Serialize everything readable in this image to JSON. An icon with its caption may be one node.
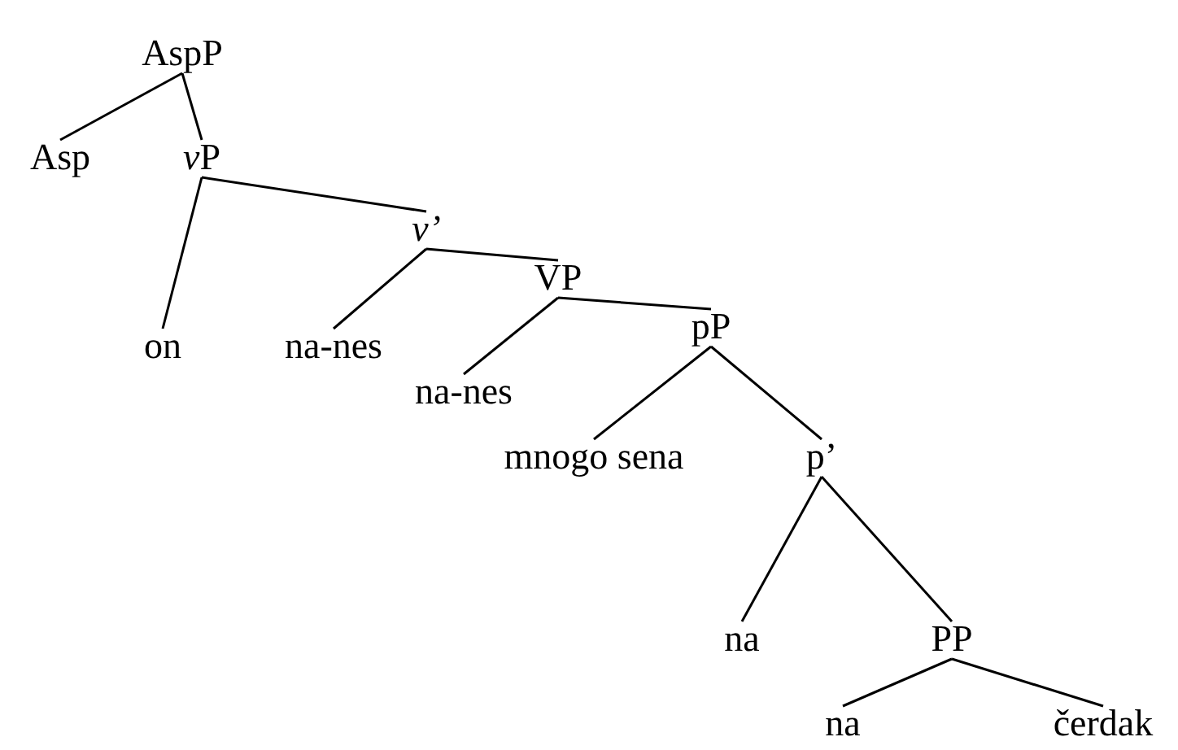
{
  "diagram": {
    "nodes": [
      {
        "text": [
          "AspP"
        ]
      },
      {
        "text": [
          "Asp"
        ]
      },
      {
        "text": [
          "vP"
        ]
      },
      {
        "text": [
          "on"
        ]
      },
      {
        "text": [
          "v’"
        ]
      },
      {
        "text": [
          "na-nes"
        ]
      },
      {
        "text": [
          "VP"
        ]
      },
      {
        "text": [
          "na-nes"
        ]
      },
      {
        "text": [
          "pP"
        ]
      },
      {
        "text": [
          "mnogo sena"
        ]
      },
      {
        "text": [
          "p’"
        ]
      },
      {
        "text": [
          "na"
        ]
      },
      {
        "text": [
          "PP"
        ]
      },
      {
        "text": [
          "na"
        ]
      },
      {
        "text": [
          "čerdak"
        ]
      }
    ],
    "edges": [
      {
        "from": 0,
        "to": 1,
        "arrow": "none"
      },
      {
        "from": 0,
        "to": 2,
        "arrow": "none"
      },
      {
        "from": 2,
        "to": 3,
        "arrow": "none"
      },
      {
        "from": 2,
        "to": 4,
        "arrow": "none"
      },
      {
        "from": 4,
        "to": 5,
        "arrow": "none"
      },
      {
        "from": 4,
        "to": 6,
        "arrow": "none"
      },
      {
        "from": 6,
        "to": 7,
        "arrow": "none"
      },
      {
        "from": 6,
        "to": 8,
        "arrow": "none"
      },
      {
        "from": 8,
        "to": 9,
        "arrow": "none"
      },
      {
        "from": 8,
        "to": 10,
        "arrow": "none"
      },
      {
        "from": 10,
        "to": 11,
        "arrow": "none"
      },
      {
        "from": 10,
        "to": 12,
        "arrow": "none"
      },
      {
        "from": 12,
        "to": 13,
        "arrow": "none"
      },
      {
        "from": 12,
        "to": 14,
        "arrow": "none"
      }
    ]
  }
}
